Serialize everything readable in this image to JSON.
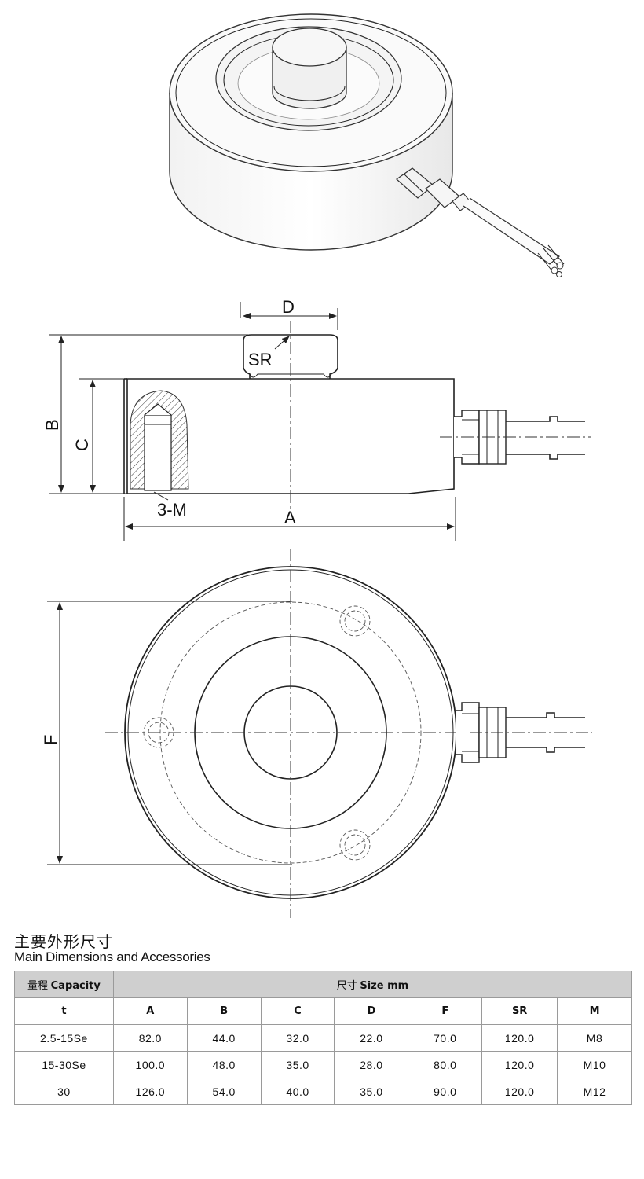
{
  "drawing_labels": {
    "D": "D",
    "SR": "SR",
    "B": "B",
    "C": "C",
    "A": "A",
    "M": "3-M",
    "F": "F"
  },
  "section": {
    "title_cn": "主要外形尺寸",
    "title_en": "Main Dimensions and Accessories"
  },
  "table": {
    "capacity_cn": "量程",
    "capacity_en": "Capacity",
    "size_cn": "尺寸",
    "size_en": "Size mm",
    "columns": [
      "t",
      "A",
      "B",
      "C",
      "D",
      "F",
      "SR",
      "M"
    ],
    "rows": [
      [
        "2.5-15Se",
        "82.0",
        "44.0",
        "32.0",
        "22.0",
        "70.0",
        "120.0",
        "M8"
      ],
      [
        "15-30Se",
        "100.0",
        "48.0",
        "35.0",
        "28.0",
        "80.0",
        "120.0",
        "M10"
      ],
      [
        "30",
        "126.0",
        "54.0",
        "40.0",
        "35.0",
        "90.0",
        "120.0",
        "M12"
      ]
    ]
  }
}
